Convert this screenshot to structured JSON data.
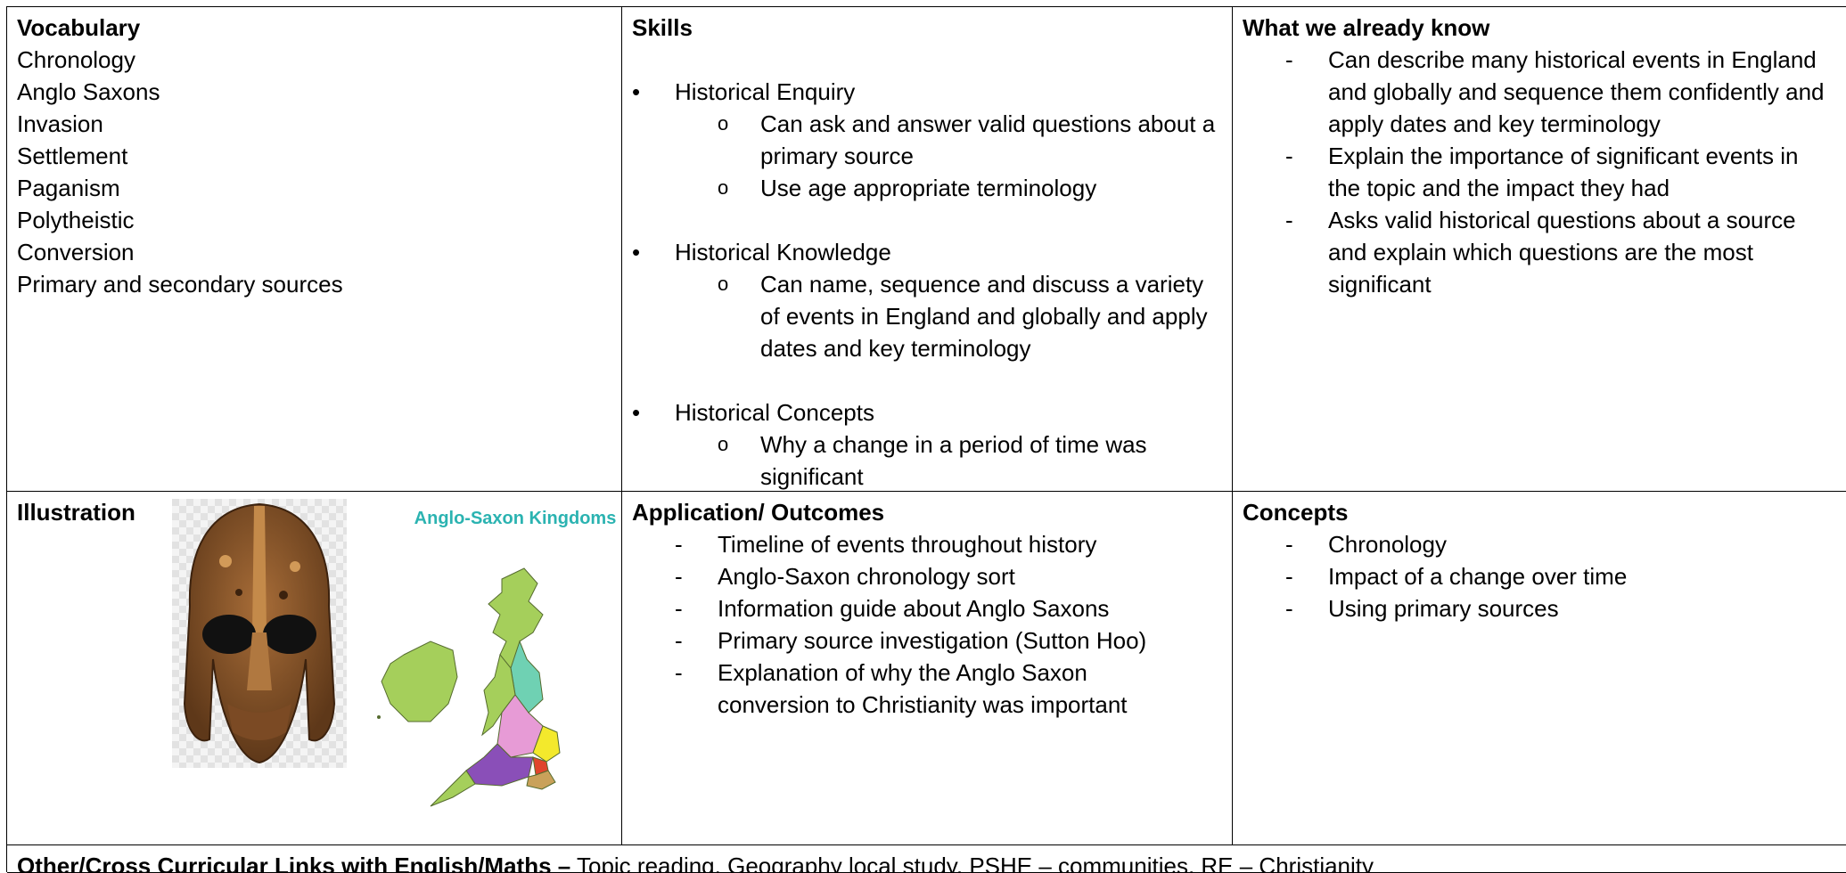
{
  "vocabulary": {
    "heading": "Vocabulary",
    "items": [
      "Chronology",
      "Anglo Saxons",
      "Invasion",
      "Settlement",
      "Paganism",
      "Polytheistic",
      "Conversion",
      "Primary and secondary sources"
    ]
  },
  "skills": {
    "heading": "Skills",
    "groups": [
      {
        "title": "Historical Enquiry",
        "subs": [
          "Can ask and answer valid questions about a primary source",
          "Use age appropriate terminology"
        ]
      },
      {
        "title": "Historical Knowledge",
        "subs": [
          "Can name, sequence and discuss a variety of events in England and globally and apply dates and key terminology"
        ]
      },
      {
        "title": "Historical Concepts",
        "subs": [
          "Why a change in a period of time was significant"
        ]
      }
    ]
  },
  "already_know": {
    "heading": "What we already know",
    "items": [
      "Can describe many historical events in England and globally and sequence them confidently and apply dates and key terminology",
      "Explain the importance of significant events in the topic and the impact they had",
      "Asks valid historical questions about a source and explain which questions are the most significant"
    ]
  },
  "illustration": {
    "heading": "Illustration",
    "map_title": "Anglo-Saxon Kingdoms",
    "colors": {
      "map_title": "#2bb3b1",
      "land": "#a5cf5b",
      "teal": "#6fd1b3",
      "pink": "#e79bd6",
      "purple": "#8a4fb8",
      "yellow": "#f3e92c",
      "red": "#e0452c",
      "tan": "#c9a15a",
      "helmet": "#8a5a2e"
    }
  },
  "outcomes": {
    "heading": "Application/ Outcomes",
    "items": [
      "Timeline of events throughout history",
      "Anglo-Saxon chronology sort",
      "Information guide about Anglo Saxons",
      "Primary source investigation (Sutton Hoo)",
      "Explanation of why the Anglo Saxon conversion to Christianity was important"
    ]
  },
  "concepts": {
    "heading": "Concepts",
    "items": [
      "Chronology",
      "Impact of a change over time",
      "Using primary sources"
    ]
  },
  "cross_curricular": {
    "label": "Other/Cross Curricular Links with English/Maths –",
    "text": " Topic reading, Geography local study, PSHE – communities, RE – Christianity"
  },
  "markers": {
    "bullet": "•",
    "circle": "o",
    "dash": "-"
  }
}
